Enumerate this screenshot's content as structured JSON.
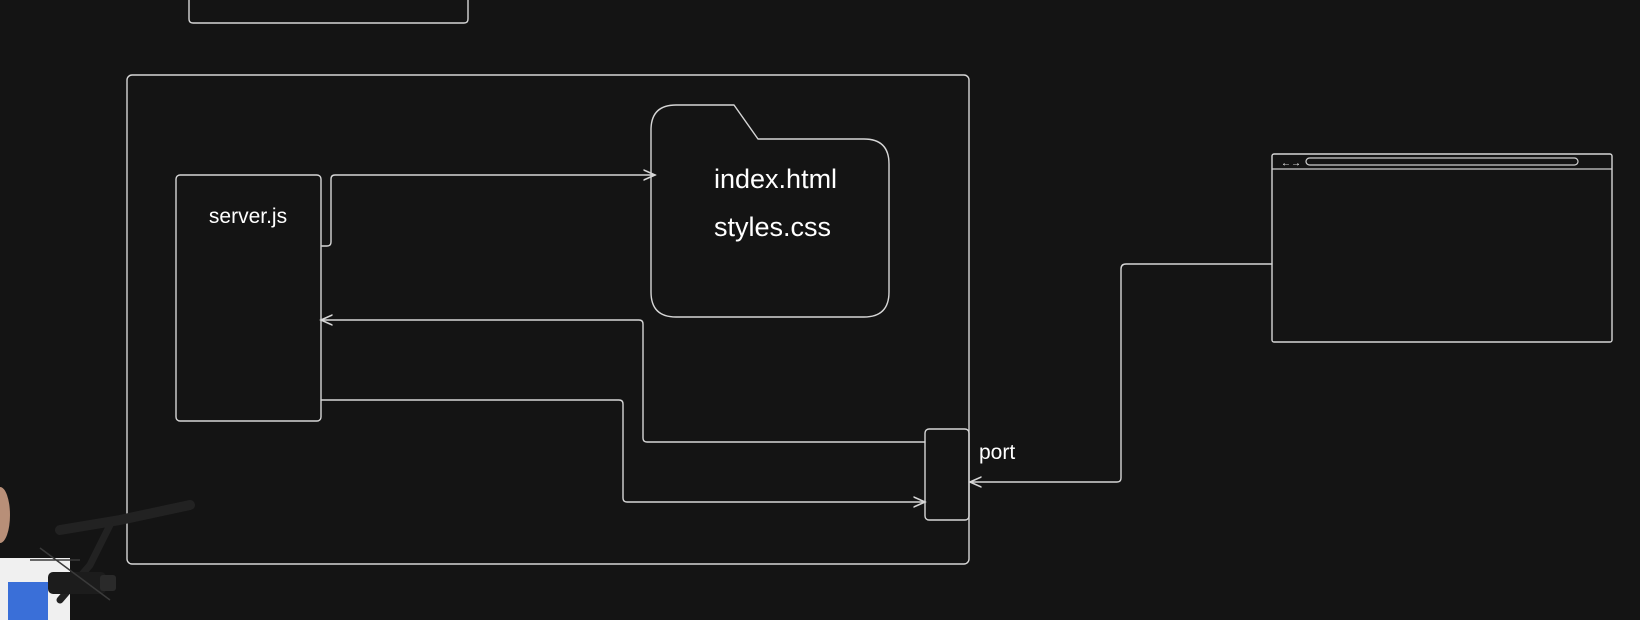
{
  "labels": {
    "server": "server.js",
    "file_1": "index.html",
    "file_2": "styles.css",
    "port": "port"
  },
  "browser": {
    "nav_arrows": "←→"
  },
  "colors": {
    "background": "#141414",
    "stroke": "#d6d6d6",
    "text": "#ffffff"
  }
}
